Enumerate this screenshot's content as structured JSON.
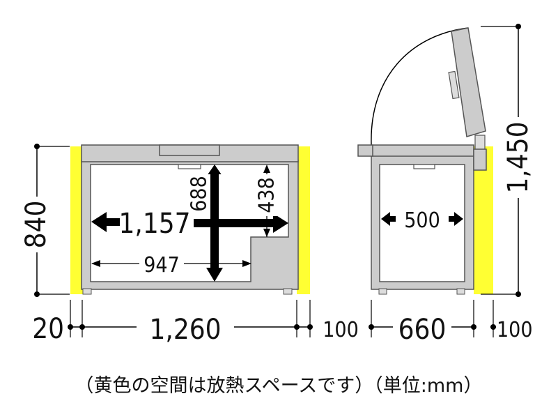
{
  "colors": {
    "clearance": "#ffff33",
    "cabinet": "#cccccc",
    "interior": "#ffffff",
    "outline": "#555555",
    "arrow": "#000000",
    "line": "#000000"
  },
  "front_view": {
    "height_label": "840",
    "inner_width_label": "1,157",
    "inner_depth_label": "688",
    "step_depth_label": "438",
    "lower_width_label": "947"
  },
  "side_view": {
    "open_height_label": "1,450",
    "inner_width_label": "500"
  },
  "bottom_dimensions": {
    "left_clearance": "20",
    "front_width": "1,260",
    "gap_clearance": "100",
    "side_width": "660",
    "right_clearance": "100"
  },
  "caption": "（黄色の空間は放熱スペースです）（単位:mm）"
}
